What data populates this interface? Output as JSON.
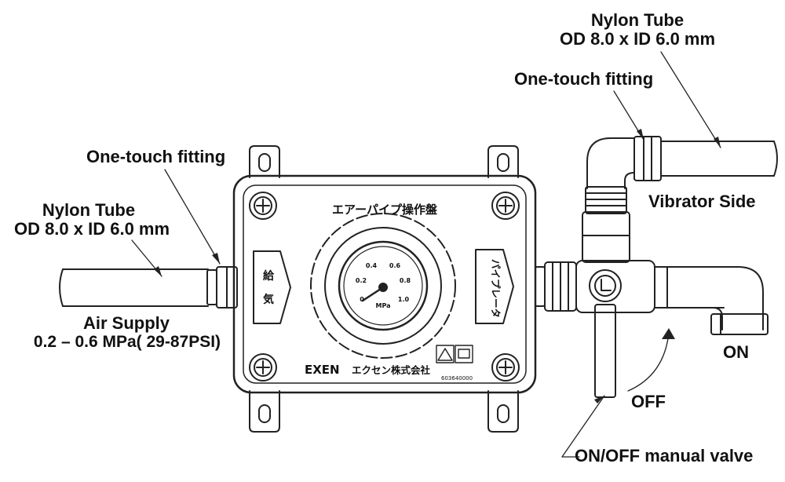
{
  "labels": {
    "nylon_tube_right": "Nylon Tube",
    "nylon_tube_right_size": "OD 8.0 x ID 6.0 mm",
    "fitting_right": "One-touch fitting",
    "vibrator_side": "Vibrator Side",
    "fitting_left": "One-touch fitting",
    "nylon_tube_left": "Nylon Tube",
    "nylon_tube_left_size": "OD 8.0 x ID 6.0 mm",
    "air_supply": "Air Supply",
    "air_supply_range": "0.2 – 0.6 MPa( 29-87PSI)",
    "on": "ON",
    "off": "OFF",
    "manual_valve": "ON/OFF manual valve"
  },
  "panel": {
    "title": "エアーパイプ操作盤",
    "left_tag_top": "給",
    "left_tag_bottom": "気",
    "right_tag": "パイプレータ",
    "brand": "EXEN",
    "company": "エクセン株式会社",
    "serial": "603640000"
  },
  "gauge": {
    "scale": [
      "0",
      "0.2",
      "0.4",
      "0.6",
      "0.8",
      "1.0"
    ],
    "unit": "MPa"
  }
}
